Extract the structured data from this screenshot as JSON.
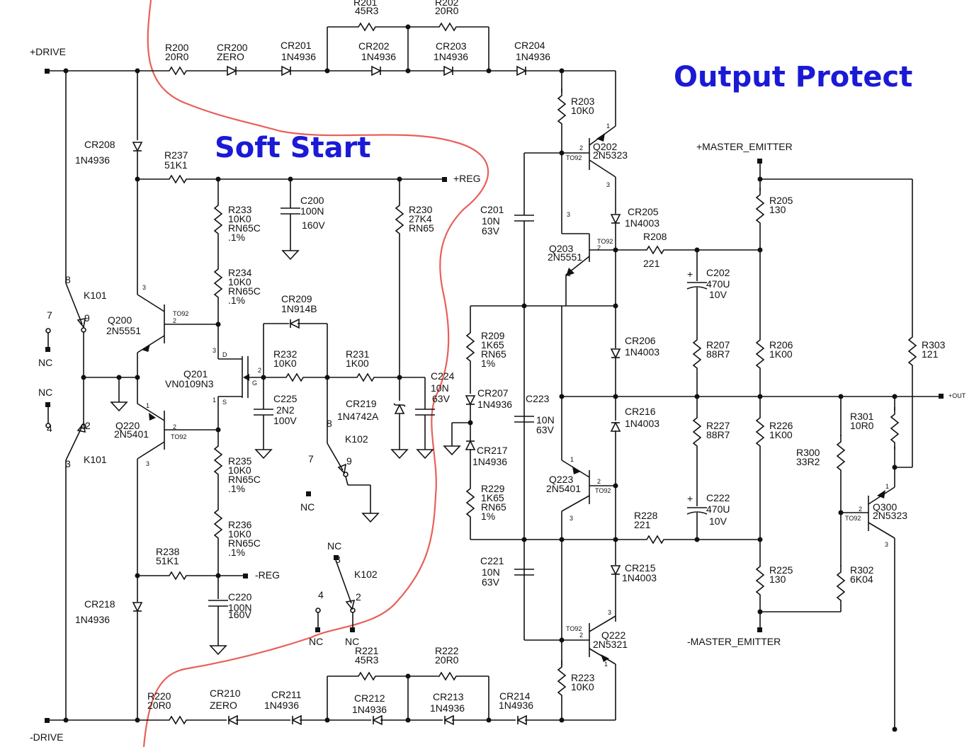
{
  "title_output_protect": "Output Protect",
  "title_soft_start": "Soft Start",
  "accent_color": "#1a1ad6",
  "boundary_color": "#e8605a",
  "nets": {
    "plus_drive": "+DRIVE",
    "minus_drive": "-DRIVE",
    "plus_reg": "+REG",
    "minus_reg": "-REG",
    "plus_master_emitter": "+MASTER_EMITTER",
    "minus_master_emitter": "-MASTER_EMITTER",
    "plus_out": "+OUT"
  },
  "components": [
    {
      "ref": "R201",
      "value": "45R3"
    },
    {
      "ref": "R202",
      "value": "20R0"
    },
    {
      "ref": "R200",
      "value": "20R0"
    },
    {
      "ref": "CR200",
      "value": "ZERO"
    },
    {
      "ref": "CR201",
      "value": "1N4936"
    },
    {
      "ref": "CR202",
      "value": "1N4936"
    },
    {
      "ref": "CR203",
      "value": "1N4936"
    },
    {
      "ref": "CR204",
      "value": "1N4936"
    },
    {
      "ref": "CR208",
      "value": "1N4936"
    },
    {
      "ref": "R237",
      "value": "51K1"
    },
    {
      "ref": "R203",
      "value": "10K0"
    },
    {
      "ref": "Q202",
      "value": "2N5323"
    },
    {
      "ref": "C201",
      "value": "10N",
      "extra": "63V"
    },
    {
      "ref": "R233",
      "value": "10K0",
      "extra": "RN65C",
      "extra2": ".1%"
    },
    {
      "ref": "C200",
      "value": "100N",
      "extra": "160V"
    },
    {
      "ref": "R230",
      "value": "27K4",
      "extra": "RN65"
    },
    {
      "ref": "CR205",
      "value": "1N4003"
    },
    {
      "ref": "R205",
      "value": "130"
    },
    {
      "ref": "R208",
      "value": "221"
    },
    {
      "ref": "Q203",
      "value": "2N5551"
    },
    {
      "ref": "C202",
      "value": "470U",
      "extra": "10V"
    },
    {
      "ref": "R234",
      "value": "10K0",
      "extra": "RN65C",
      "extra2": ".1%"
    },
    {
      "ref": "CR209",
      "value": "1N914B"
    },
    {
      "ref": "K101",
      "value": ""
    },
    {
      "ref": "Q200",
      "value": "2N5551"
    },
    {
      "ref": "R209",
      "value": "1K65",
      "extra": "RN65",
      "extra2": "1%"
    },
    {
      "ref": "CR206",
      "value": "1N4003"
    },
    {
      "ref": "R207",
      "value": "88R7"
    },
    {
      "ref": "R206",
      "value": "1K00"
    },
    {
      "ref": "R303",
      "value": "121"
    },
    {
      "ref": "Q201",
      "value": "VN0109N3"
    },
    {
      "ref": "R232",
      "value": "10K0"
    },
    {
      "ref": "R231",
      "value": "1K00"
    },
    {
      "ref": "C224",
      "value": "10N",
      "extra": "63V"
    },
    {
      "ref": "CR207",
      "value": "1N4936"
    },
    {
      "ref": "C223",
      "value": "10N",
      "extra": "63V"
    },
    {
      "ref": "CR219",
      "value": "1N4742A"
    },
    {
      "ref": "C225",
      "value": "2N2",
      "extra": "100V"
    },
    {
      "ref": "Q220",
      "value": "2N5401"
    },
    {
      "ref": "CR216",
      "value": "1N4003"
    },
    {
      "ref": "R227",
      "value": "88R7"
    },
    {
      "ref": "R226",
      "value": "1K00"
    },
    {
      "ref": "R301",
      "value": "10R0"
    },
    {
      "ref": "K102",
      "value": ""
    },
    {
      "ref": "CR217",
      "value": "1N4936"
    },
    {
      "ref": "R300",
      "value": "33R2"
    },
    {
      "ref": "R235",
      "value": "10K0",
      "extra": "RN65C",
      "extra2": ".1%"
    },
    {
      "ref": "Q223",
      "value": "2N5401"
    },
    {
      "ref": "R229",
      "value": "1K65",
      "extra": "RN65",
      "extra2": "1%"
    },
    {
      "ref": "Q300",
      "value": "2N5323"
    },
    {
      "ref": "C222",
      "value": "470U",
      "extra": "10V"
    },
    {
      "ref": "R228",
      "value": "221"
    },
    {
      "ref": "R236",
      "value": "10K0",
      "extra": "RN65C",
      "extra2": ".1%"
    },
    {
      "ref": "R238",
      "value": "51K1"
    },
    {
      "ref": "C221",
      "value": "10N",
      "extra": "63V"
    },
    {
      "ref": "CR215",
      "value": "1N4003"
    },
    {
      "ref": "R225",
      "value": "130"
    },
    {
      "ref": "R302",
      "value": "6K04"
    },
    {
      "ref": "C220",
      "value": "100N",
      "extra": "160V"
    },
    {
      "ref": "CR218",
      "value": "1N4936"
    },
    {
      "ref": "Q222",
      "value": "2N5321"
    },
    {
      "ref": "R223",
      "value": "10K0"
    },
    {
      "ref": "R221",
      "value": "45R3"
    },
    {
      "ref": "R222",
      "value": "20R0"
    },
    {
      "ref": "R220",
      "value": "20R0"
    },
    {
      "ref": "CR210",
      "value": "ZERO"
    },
    {
      "ref": "CR211",
      "value": "1N4936"
    },
    {
      "ref": "CR212",
      "value": "1N4936"
    },
    {
      "ref": "CR213",
      "value": "1N4936"
    },
    {
      "ref": "CR214",
      "value": "1N4936"
    }
  ],
  "pins": {
    "nc": "NC",
    "to92": "TO92",
    "p1": "1",
    "p2": "2",
    "p3": "3",
    "p4": "4",
    "p7": "7",
    "p8": "8",
    "p9": "9",
    "d": "D",
    "g": "G",
    "s": "S",
    "plus": "+"
  }
}
